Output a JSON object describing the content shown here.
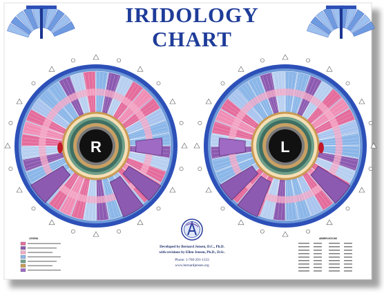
{
  "title": {
    "line1": "IRIDOLOGY",
    "line2": "CHART"
  },
  "irises": {
    "right_label": "R",
    "left_label": "L"
  },
  "credits": {
    "line1": "Developed by Bernard Jensen, D.C., Ph.D.",
    "line2": "with revisions by Ellen Jensen, Ph.D., D.Sc.",
    "line3": "Phone: 1-760-291-1333",
    "line4": "www.bernardjensen.org"
  },
  "colors": {
    "background": "#ffffff",
    "title": "#1e3c99",
    "outer_ring": "#2d50b8",
    "lymph_ring": "#6f9ad8",
    "zone_blue": "#8bb6e8",
    "zone_pink": "#e46c9c",
    "zone_purple": "#8c5ab0",
    "pupil": "#111111",
    "collarette": "#c89a52",
    "stomach_ring": "#6fa08a"
  },
  "legend": {
    "heading": "LEGEND"
  },
  "abbreviations": {
    "heading": "ABBREVIATIONS"
  }
}
